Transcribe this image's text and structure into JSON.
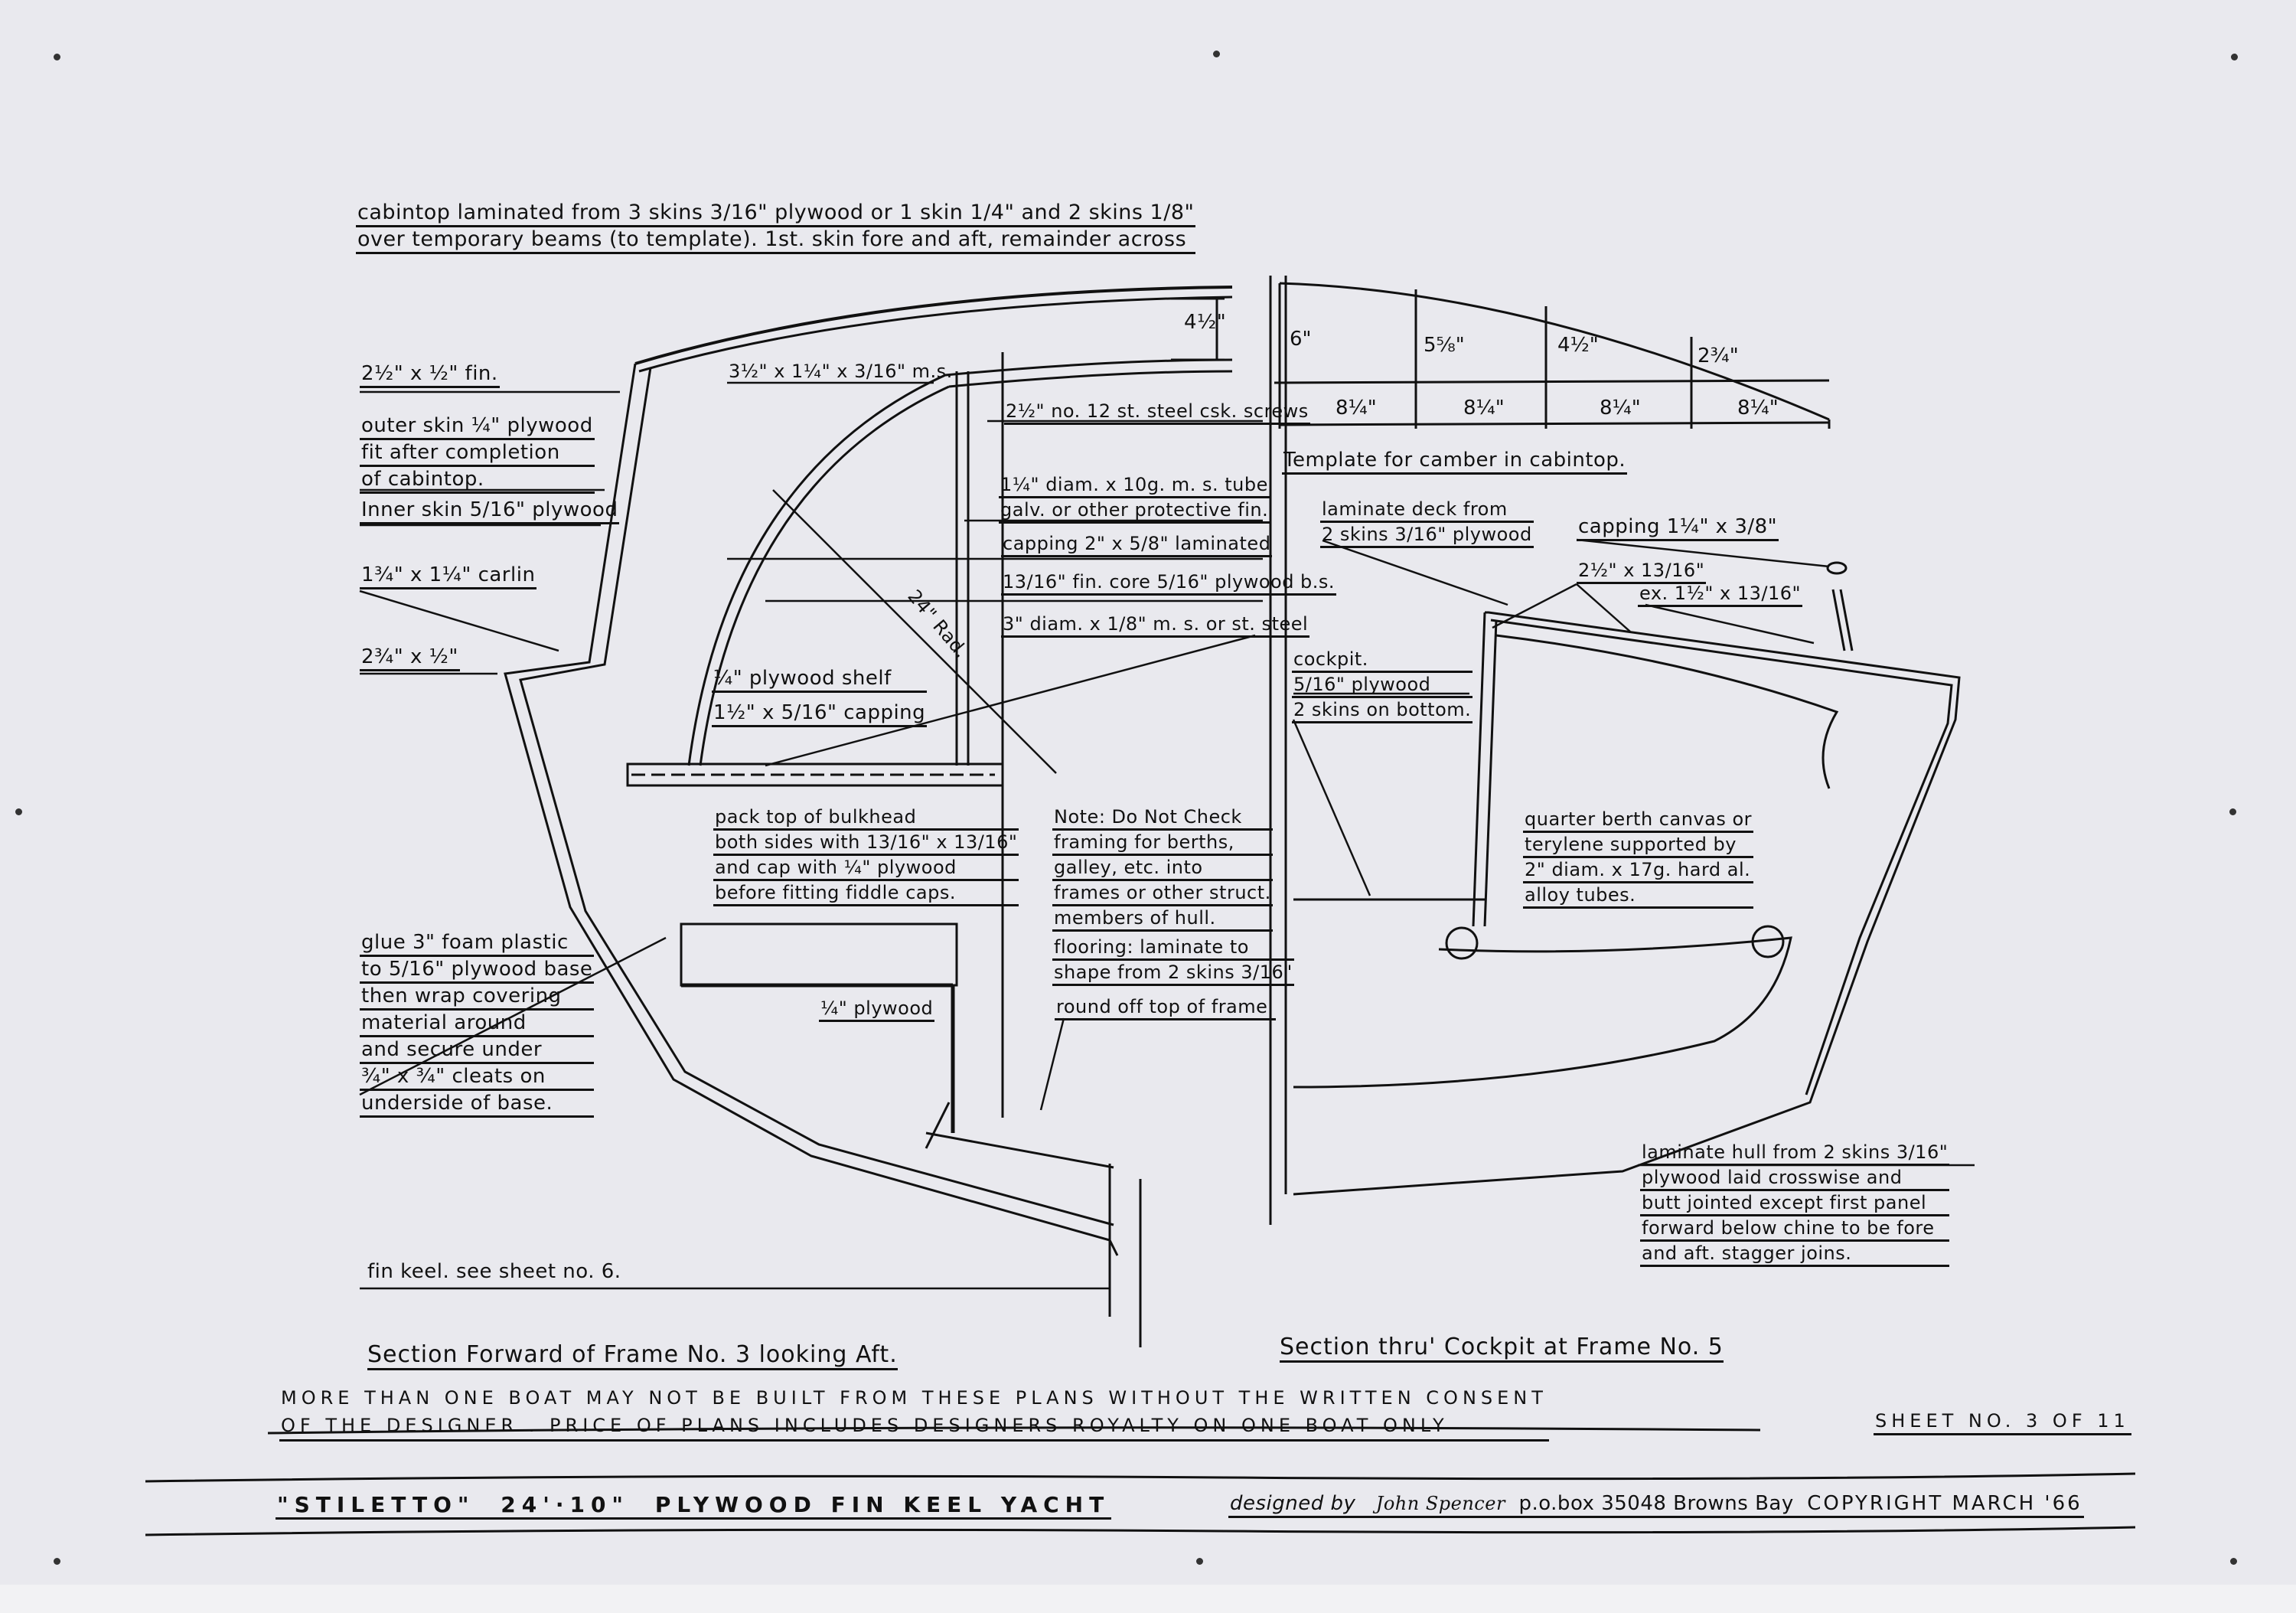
{
  "title_block": {
    "boat_name": "\"STILETTO\"",
    "length": "24'·10\"",
    "description": "PLYWOOD FIN KEEL YACHT",
    "designed_by_label": "designed by",
    "designer_signature": "John Spencer",
    "address": "p.o.box 35048 Browns Bay",
    "copyright": "COPYRIGHT MARCH '66"
  },
  "sheet": "SHEET No. 3 of 11",
  "notice": {
    "line1": "MORE THAN ONE BOAT MAY NOT BE BUILT FROM THESE PLANS WITHOUT THE WRITTEN CONSENT",
    "line2": "OF THE DESIGNER . PRICE of PLANS INCLUDES DESIGNERS ROYALTY ON ONE BOAT ONLY"
  },
  "captions": {
    "left_section": "Section Forward of Frame No. 3 looking Aft.",
    "right_section": "Section thru' Cockpit at Frame No. 5",
    "camber_template": "Template for camber in cabintop."
  },
  "cabintop_note": {
    "line1": "cabintop laminated from 3 skins 3/16\" plywood or 1 skin 1/4\" and 2 skins 1/8\"",
    "line2": "over temporary beams (to template). 1st. skin fore and aft, remainder across"
  },
  "left_labels": {
    "fin": "2½\" x ½\" fin.",
    "outer_skin": [
      "outer skin ¼\" plywood",
      "fit after completion",
      "of cabintop."
    ],
    "inner_skin": "Inner skin 5/16\" plywood",
    "carlin": "1¾\" x 1¼\" carlin",
    "sheer": "2¾\" x ½\"",
    "foam": [
      "glue 3\" foam plastic",
      "to 5/16\" plywood base",
      "then wrap covering",
      "material around",
      "and secure under",
      "¾\" x ¾\" cleats on",
      "underside of base."
    ],
    "fin_keel": "fin keel.  see sheet no. 6."
  },
  "center_labels": {
    "beam_ms": "3½\" x 1¼\" x 3/16\" m.s.",
    "screws": "2½\" no. 12 st. steel csk. screws",
    "height_dim": "4½\"",
    "radius": "24\" Rad.",
    "tube": [
      "1¼\" diam. x 10g. m. s. tube",
      "galv. or other protective fin."
    ],
    "capping": "capping 2\" x 5/8\" laminated",
    "core": "13/16\" fin. core 5/16\" plywood b.s.",
    "steel": "3\" diam. x 1/8\" m. s. or st. steel",
    "shelf": "¼\" plywood shelf",
    "shelf_capping": "1½\" x 5/16\" capping",
    "bulkhead": [
      "pack top of bulkhead",
      "both sides with 13/16\" x 13/16\"",
      "and cap with ¼\" plywood",
      "before fitting fiddle caps."
    ],
    "note": [
      "Note:  Do Not Check",
      "framing for berths,",
      "galley, etc. into",
      "frames or other struct.",
      "members of hull."
    ],
    "flooring": [
      "flooring: laminate to",
      "shape from 2 skins 3/16\""
    ],
    "round_off": "round off top of frame.",
    "plywood_quarter": "¼\" plywood"
  },
  "right_labels": {
    "deck": [
      "laminate deck from",
      "2 skins 3/16\" plywood"
    ],
    "capping": "capping 1¼\" x 3/8\"",
    "beam": "2½\" x 13/16\"",
    "ex": "ex. 1½\" x 13/16\"",
    "cockpit": [
      "cockpit.",
      "5/16\" plywood",
      "2 skins on bottom."
    ],
    "berth": [
      "quarter berth canvas or",
      "terylene supported by",
      "2\" diam. x 17g. hard al.",
      "alloy tubes."
    ],
    "hull": [
      "laminate hull from 2 skins 3/16\"",
      "plywood laid crosswise and",
      "butt jointed  except first panel",
      "forward below chine to be fore",
      "and aft.            stagger joins."
    ]
  },
  "camber_template": {
    "heights": [
      "6\"",
      "5⅝\"",
      "4½\"",
      "2¾\""
    ],
    "spacings": [
      "8¼\"",
      "8¼\"",
      "8¼\"",
      "8¼\""
    ]
  },
  "colors": {
    "paper": "#e9e9ee",
    "ink": "#111111"
  }
}
